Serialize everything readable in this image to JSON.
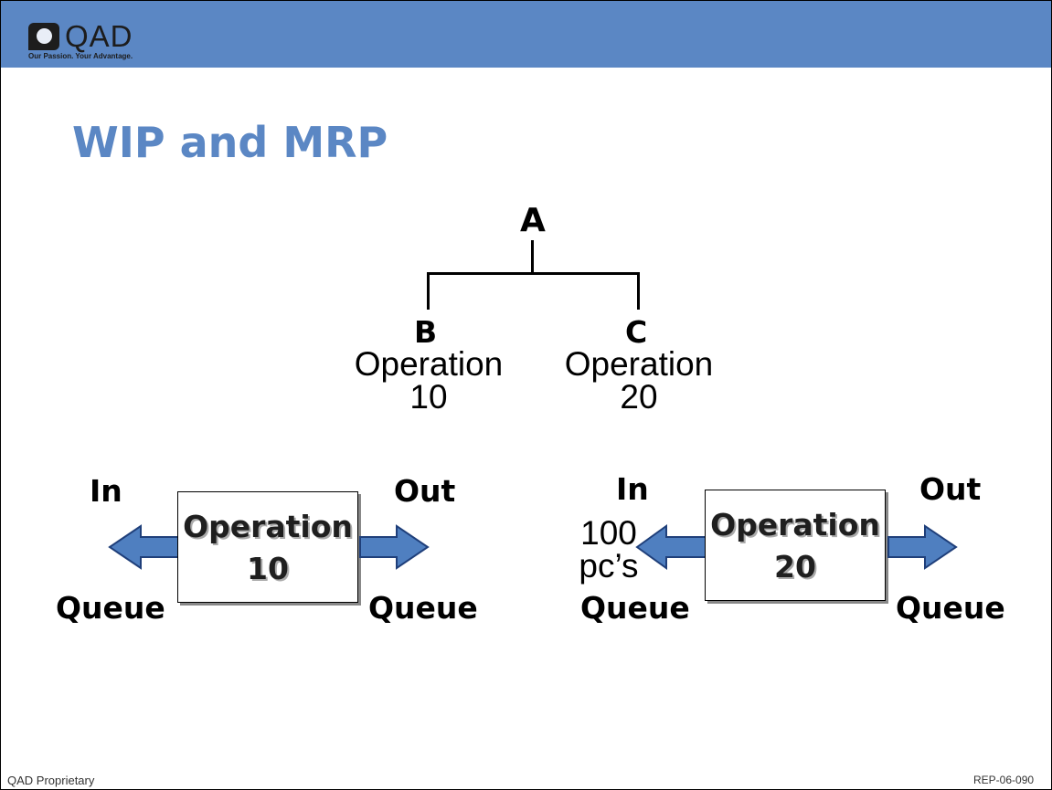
{
  "header": {
    "logo_text": "QAD",
    "tagline": "Our Passion. Your Advantage."
  },
  "slide": {
    "title": "WIP and MRP"
  },
  "tree": {
    "parent": "A",
    "children": [
      {
        "letter": "B",
        "label": "Operation",
        "number": "10"
      },
      {
        "letter": "C",
        "label": "Operation",
        "number": "20"
      }
    ]
  },
  "flows": [
    {
      "in_label": "In",
      "out_label": "Out",
      "op_line1": "Operation",
      "op_line2": "10",
      "in_queue": "Queue",
      "out_queue": "Queue",
      "in_note_line1": "",
      "in_note_line2": ""
    },
    {
      "in_label": "In",
      "out_label": "Out",
      "op_line1": "Operation",
      "op_line2": "20",
      "in_queue": "Queue",
      "out_queue": "Queue",
      "in_note_line1": "100",
      "in_note_line2": "pc’s"
    }
  ],
  "colors": {
    "header": "#5b87c4",
    "title": "#5b87c4",
    "arrow_fill": "#4f7fc0",
    "arrow_stroke": "#1f3f7a"
  },
  "footer": {
    "left": "QAD Proprietary",
    "right": "REP-06-090"
  }
}
